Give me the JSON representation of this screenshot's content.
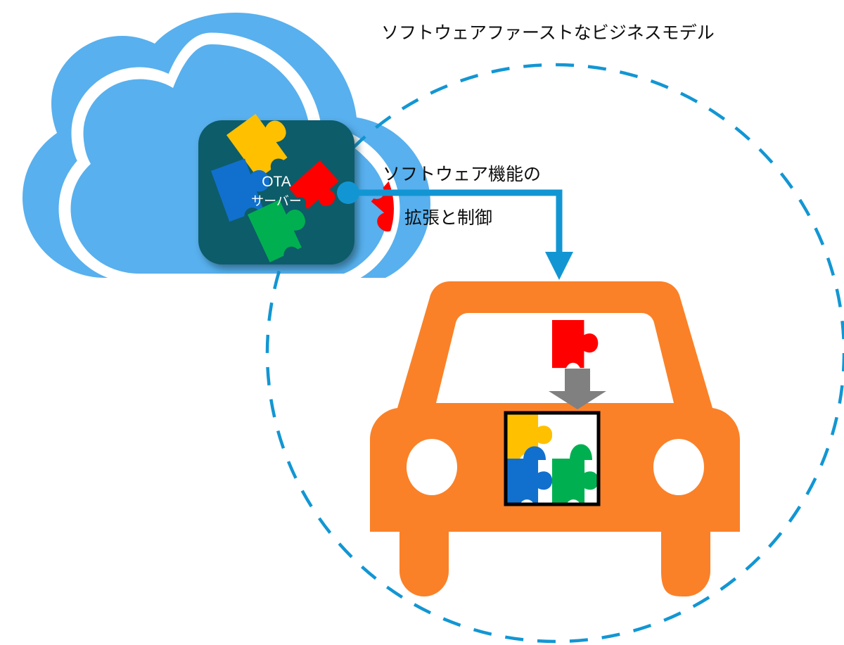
{
  "diagram": {
    "title": "ソフトウェアファーストなビジネスモデル",
    "background_color": "#ffffff"
  },
  "cloud": {
    "name": "OTA cloud",
    "fill": "#58B0EE",
    "outline": "#ffffff"
  },
  "ota_server": {
    "line1": "OTA",
    "line2": "サーバー",
    "box_fill": "#115B69",
    "shadow": "#0c3f49",
    "pieces": [
      {
        "name": "yellow-puzzle-piece",
        "color": "#FFC000"
      },
      {
        "name": "blue-puzzle-piece",
        "color": "#1170CD"
      },
      {
        "name": "green-puzzle-piece",
        "color": "#00B050"
      },
      {
        "name": "red-puzzle-piece",
        "color": "#FF0000"
      }
    ]
  },
  "connector": {
    "label_line1": "ソフトウェア機能の",
    "label_line2": "拡張と制御",
    "color": "#1296D3",
    "dot_color": "#1296D3"
  },
  "scope_circle": {
    "name": "dashed scope boundary",
    "color": "#1296D3",
    "style": "dashed"
  },
  "vehicle": {
    "name": "car front view",
    "body_color": "#FA8128",
    "window_color": "#ffffff",
    "headlight_color": "#ffffff"
  },
  "install": {
    "incoming_piece_color": "#FF0000",
    "arrow_color": "#808080",
    "arrow_name": "download-install-arrow"
  },
  "feature_grid": {
    "name": "installed software feature slots",
    "border": "#000000",
    "slots": [
      {
        "position": "top-left",
        "color": "#FFC000",
        "state": "filled"
      },
      {
        "position": "top-right",
        "color": "#FFFFFF",
        "state": "empty"
      },
      {
        "position": "bottom-left",
        "color": "#1170CD",
        "state": "filled"
      },
      {
        "position": "bottom-right",
        "color": "#00B050",
        "state": "filled"
      }
    ]
  },
  "palette": {
    "cloud_blue": "#58B0EE",
    "teal": "#115B69",
    "orange": "#FA8128",
    "accent_blue": "#1296D3",
    "red": "#FF0000",
    "yellow": "#FFC000",
    "blue": "#1170CD",
    "green": "#00B050",
    "gray": "#808080",
    "black": "#000000"
  }
}
